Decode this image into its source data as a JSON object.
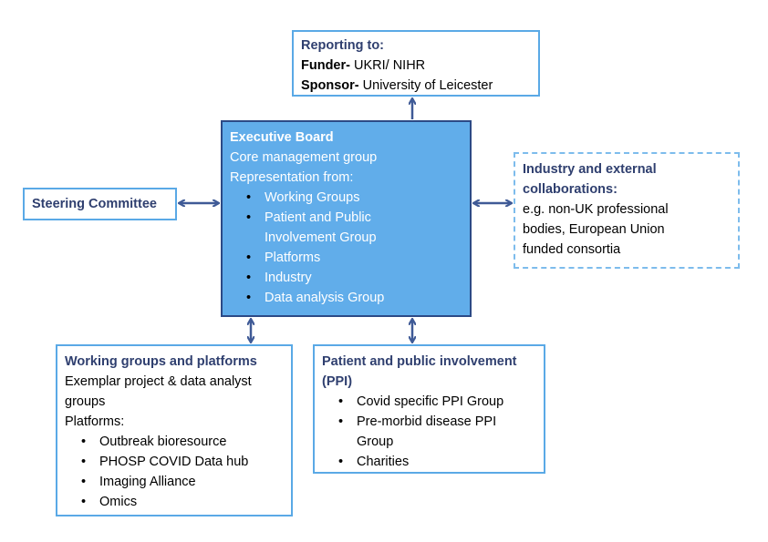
{
  "reporting": {
    "title": "Reporting to:",
    "lines": [
      {
        "label": "Funder-",
        "value": " UKRI/ NIHR"
      },
      {
        "label": "Sponsor-",
        "value": " University of Leicester"
      }
    ]
  },
  "executive_board": {
    "title": "Executive Board",
    "subtitle": "Core management group",
    "representation_label": "Representation from:",
    "items": [
      "Working Groups",
      "Patient and Public Involvement Group",
      "Platforms",
      "Industry",
      "Data analysis Group"
    ]
  },
  "steering": {
    "title": "Steering Committee"
  },
  "industry": {
    "title": "Industry and external collaborations:",
    "body": " e.g. non-UK professional bodies, European Union funded consortia"
  },
  "working_groups": {
    "title": "Working groups and platforms",
    "line1": "Exemplar project & data analyst groups",
    "platforms_label": "Platforms:",
    "items": [
      "Outbreak bioresource",
      "PHOSP COVID Data hub",
      "Imaging Alliance",
      "Omics"
    ]
  },
  "ppi": {
    "title": "Patient and public involvement (PPI)",
    "items": [
      "Covid specific PPI Group",
      "Pre-morbid disease PPI Group",
      "Charities"
    ]
  },
  "colors": {
    "box_border": "#5aa9e6",
    "exec_fill": "#61adea",
    "exec_border": "#2c4a86",
    "title_text": "#2f3f6f",
    "arrow": "#3f5a96"
  }
}
